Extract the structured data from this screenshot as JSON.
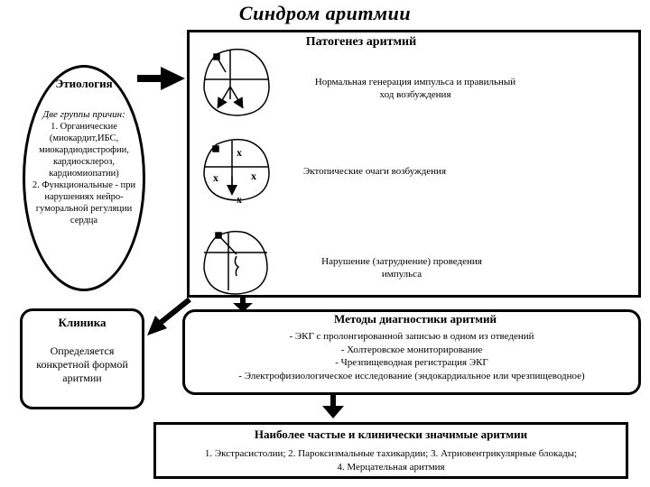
{
  "title": "Синдром аритмии",
  "etiology": {
    "heading": "Этиология",
    "subheading": "Две группы причин:",
    "lines": [
      "1. Органические",
      "(миокардит,ИБС,",
      "миокардиодистрофии,",
      "кардиосклероз,",
      "кардиомиопатии)",
      "2. Функциональные - при",
      "нарушениях нейро-",
      "гуморальной регуляции",
      "сердца"
    ]
  },
  "pathogenesis": {
    "heading": "Патогенез аритмий",
    "items": [
      {
        "text_lines": [
          "Нормальная генерация импульса и правильный",
          "ход возбуждения"
        ]
      },
      {
        "text_lines": [
          "Эктопические очаги возбуждения"
        ],
        "markers": [
          "x",
          "x",
          "x",
          "x"
        ]
      },
      {
        "text_lines": [
          "Нарушение (затруднение) проведения",
          "импульса"
        ]
      }
    ]
  },
  "clinic": {
    "heading": "Клиника",
    "lines": [
      "Определяется",
      "конкретной формой",
      "аритмии"
    ]
  },
  "methods": {
    "heading": "Методы диагностики аритмий",
    "items": [
      "- ЭКГ с пролонгированной записью в одном из отведений",
      "- Холтеровское мониторирование",
      "- Чрезпищеводная регистрация ЭКГ",
      "- Электрофизиологическое исследование (эндокардиальное или чрезпищеводное)"
    ]
  },
  "arrhythmias": {
    "heading": "Наиболее частые и клинически значимые аритмии",
    "lines": [
      "1. Экстрасистолии; 2. Пароксизмальные тахикардии; 3. Атриовентрикулярные блокады;",
      "4. Мерцательная аритмия"
    ]
  }
}
